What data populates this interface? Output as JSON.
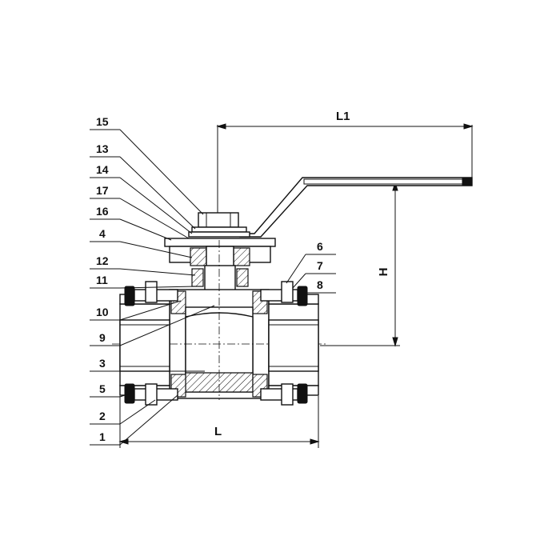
{
  "part_labels": [
    "15",
    "13",
    "14",
    "17",
    "16",
    "4",
    "12",
    "11",
    "10",
    "9",
    "3",
    "5",
    "2",
    "1",
    "6",
    "7",
    "8"
  ],
  "dimensions": {
    "l1": "L1",
    "h": "H",
    "l": "L"
  }
}
